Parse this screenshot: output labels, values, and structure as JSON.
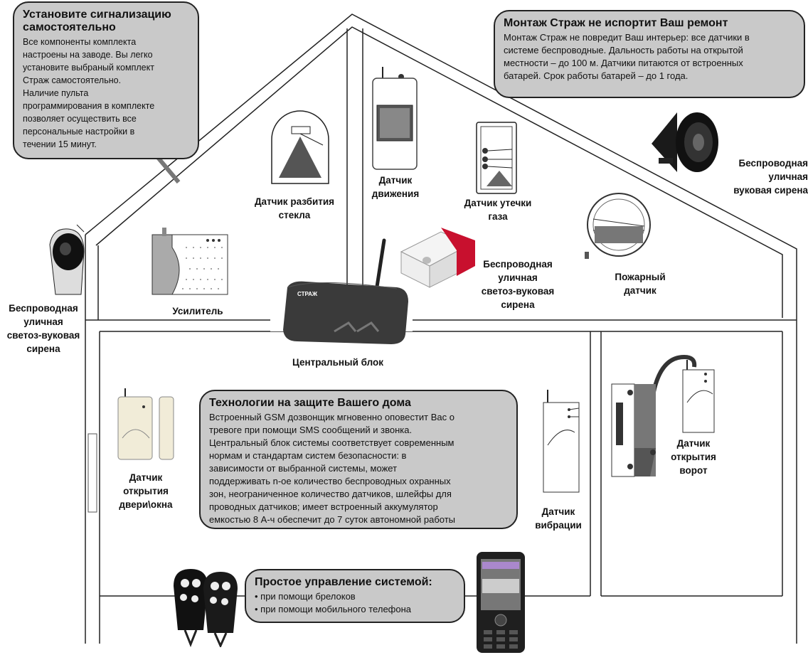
{
  "boxes": {
    "self_install": {
      "title": "Установите сигнализацию самостоятельно",
      "text": "Все компоненты комплекта\nнастроены на заводе.  Вы легко\nустановите выбраный комплект\nСтраж   самостоятельно.\nНаличие пульта\nпрограммирования в комплекте\nпозволяет  осуществить все\nперсональные  настройки в\nтечении 15 минут."
    },
    "mounting": {
      "title": "Монтаж Страж не испортит Ваш ремонт",
      "text": "Монтаж Страж не повредит Ваш  интерьер: все датчики в\nсистеме беспроводные.  Дальность работы на открытой\nместности – до 100  м. Датчики питаются от встроенных\nбатарей.   Срок работы батарей – до 1 года."
    },
    "technology": {
      "title": "Технологии на защите Вашего дома",
      "text": "Встроенный GSM дозвонщик мгновенно оповестит Вас о\nтревоге при помощи SMS сообщений и  звонка.\nЦентральный блок  системы соответствует современным\nнормам и стандартам систем  безопасности: в\nзависимости от выбранной системы,  может\nподдерживать n-ое количество беспроводных охранных\nзон, неограниченное количество датчиков,   шлейфы для\nпроводных датчиков;  имеет встроенный  аккумулятор\nемкостью 8 А-ч обеспечит до 7 суток  автономной работы"
    },
    "control": {
      "title": "Простое управление системой:",
      "text": "• при помощи брелоков\n   • при помощи мобильного телефона"
    }
  },
  "labels": {
    "glass_break": "Датчик разбития\nстекла",
    "motion": "Датчик\nдвижения",
    "gas_leak": "Датчик утечки\nгаза",
    "outdoor_siren_right": "Беспроводная\nуличная\nвуковая сирена",
    "outdoor_siren_left": "Беспроводная\nуличная\nсветоз-вуковая\nсирена",
    "amplifier": "Усилитель",
    "strobe_siren": "Беспроводная\nуличная\nсветоз-вуковая\nсирена",
    "fire": "Пожарный\nдатчик",
    "central_unit": "Центральный блок",
    "door_window": "Датчик\nоткрытия\nдвери\\окна",
    "vibration": "Датчик\nвибрации",
    "gate": "Датчик\nоткрытия\nворот"
  },
  "central_unit_brand": "СТРАЖ",
  "colors": {
    "box_fill": "#c9c9c9",
    "wall": "#8a8a8a",
    "strobe_red": "#c8102e"
  }
}
